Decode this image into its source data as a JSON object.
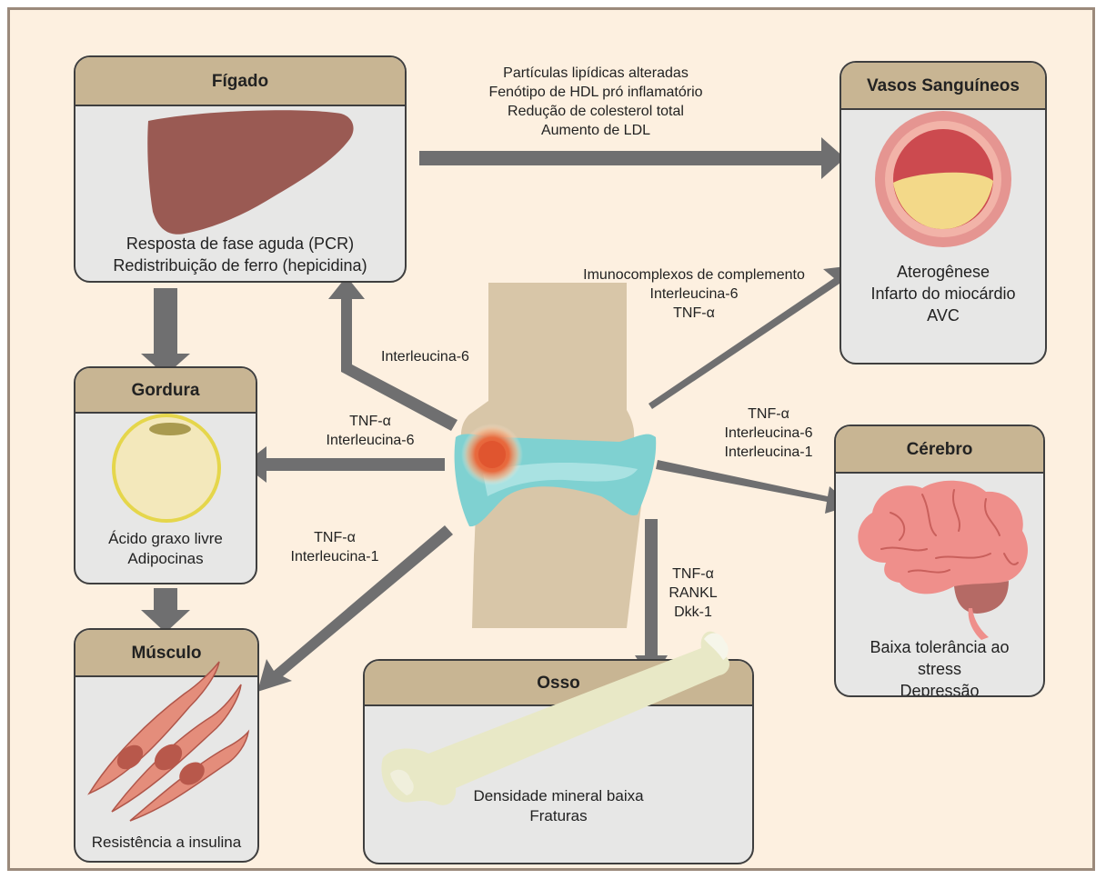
{
  "boxes": {
    "liver": {
      "title": "Fígado",
      "lines": [
        "Resposta de fase aguda (PCR)",
        "Redistribuição de ferro (hepicidina)"
      ]
    },
    "vessels": {
      "title": "Vasos Sanguíneos",
      "lines": [
        "Aterogênese",
        "Infarto do miocárdio",
        "AVC"
      ]
    },
    "fat": {
      "title": "Gordura",
      "lines": [
        "Ácido graxo livre",
        "Adipocinas"
      ]
    },
    "brain": {
      "title": "Cérebro",
      "lines": [
        "Baixa tolerância ao",
        "stress",
        "Depressão"
      ]
    },
    "muscle": {
      "title": "Músculo",
      "lines": [
        "Resistência a insulina"
      ]
    },
    "bone": {
      "title": "Osso",
      "lines": [
        "Densidade mineral baixa",
        "Fraturas"
      ]
    }
  },
  "arrow_labels": {
    "liver_to_vessels": [
      "Partículas lipídicas alteradas",
      "Fenótipo de HDL pró inflamatório",
      "Redução de colesterol total",
      "Aumento de LDL"
    ],
    "joint_to_vessels": [
      "Imunocomplexos de complemento",
      "Interleucina-6",
      "TNF-α"
    ],
    "joint_to_liver": [
      "Interleucina-6"
    ],
    "joint_to_fat": [
      "TNF-α",
      "Interleucina-6"
    ],
    "joint_to_muscle": [
      "TNF-α",
      "Interleucina-1"
    ],
    "joint_to_brain": [
      "TNF-α",
      "Interleucina-6",
      "Interleucina-1"
    ],
    "joint_to_bone": [
      "TNF-α",
      "RANKL",
      "Dkk-1"
    ]
  },
  "colors": {
    "background": "#fdf0e0",
    "header": "#c8b593",
    "box": "#e7e7e6",
    "arrow": "#6f6f70",
    "liver": "#9a5a53",
    "vessel_wall": "#e59591",
    "plaque": "#f3d989",
    "brain": "#ef8f8b",
    "muscle": "#e48d7b",
    "bone": "#e8e8c6",
    "cartilage": "#7fd1d1",
    "inflammation": "#e0552f"
  }
}
